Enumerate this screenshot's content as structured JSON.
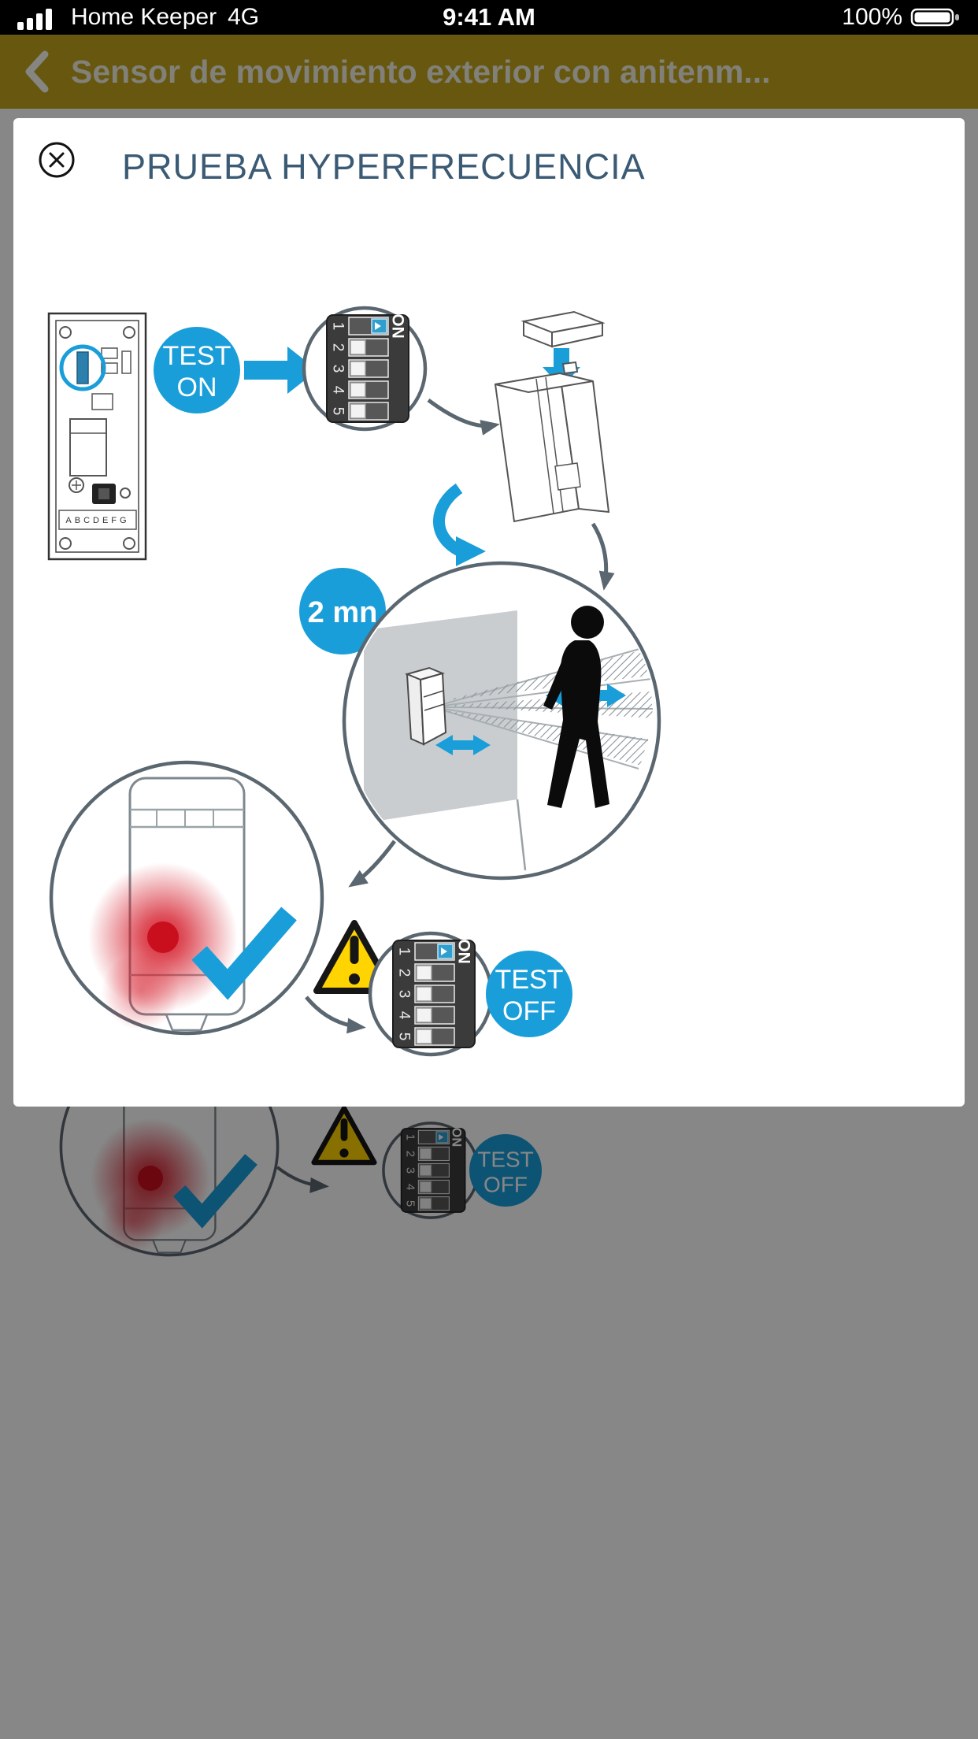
{
  "status_bar": {
    "carrier": "Home Keeper",
    "network": "4G",
    "time": "9:41 AM",
    "battery_percent": "100%"
  },
  "nav": {
    "title": "Sensor de movimiento exterior con anitenm..."
  },
  "modal": {
    "title": "PRUEBA HYPERFRECUENCIA",
    "badges": {
      "test_on": {
        "line1": "TEST",
        "line2": "ON"
      },
      "test_off": {
        "line1": "TEST",
        "line2": "OFF"
      },
      "timer": "2 mn"
    },
    "dip": {
      "labels": [
        "1",
        "2",
        "3",
        "4",
        "5"
      ],
      "on_label": "ON"
    },
    "pcb_label": "ABCDEFG"
  },
  "colors": {
    "accent_blue": "#1a9ed9",
    "nav_gold": "#c3a51d",
    "warning_yellow": "#ffd400",
    "led_red": "#d21120",
    "title_color": "#3b5a74"
  }
}
